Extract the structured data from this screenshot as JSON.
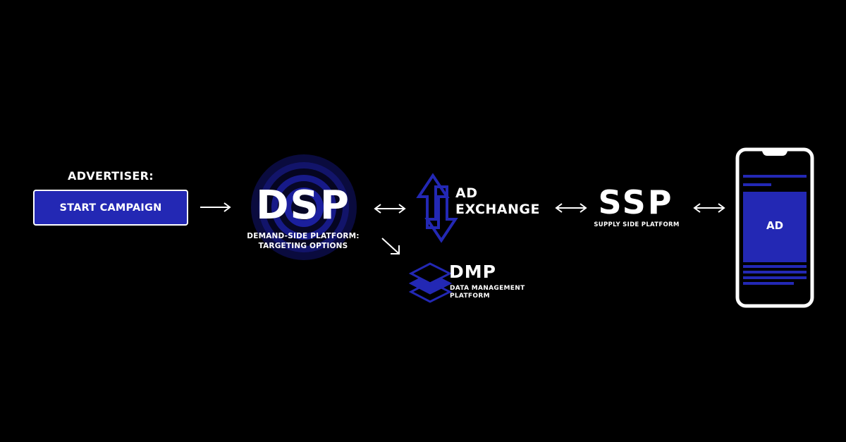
{
  "advertiser": {
    "label": "ADVERTISER:",
    "button_label": "START CAMPAIGN"
  },
  "dsp": {
    "title": "DSP",
    "subtitle_line1": "DEMAND-SIDE PLATFORM:",
    "subtitle_line2": "TARGETING OPTIONS"
  },
  "ad_exchange": {
    "line1": "AD",
    "line2": "EXCHANGE"
  },
  "dmp": {
    "title": "DMP",
    "subtitle_line1": "DATA MANAGEMENT",
    "subtitle_line2": "PLATFORM"
  },
  "ssp": {
    "title": "SSP",
    "subtitle": "SUPPLY SIDE PLATFORM"
  },
  "device": {
    "ad_label": "AD"
  },
  "colors": {
    "background": "#000000",
    "accent": "#2328b4",
    "text": "#ffffff"
  },
  "icons": [
    "right-arrow-icon",
    "double-arrow-icon",
    "diagonal-arrow-icon",
    "target-rings-icon",
    "updown-arrows-icon",
    "layers-icon",
    "smartphone-icon"
  ]
}
